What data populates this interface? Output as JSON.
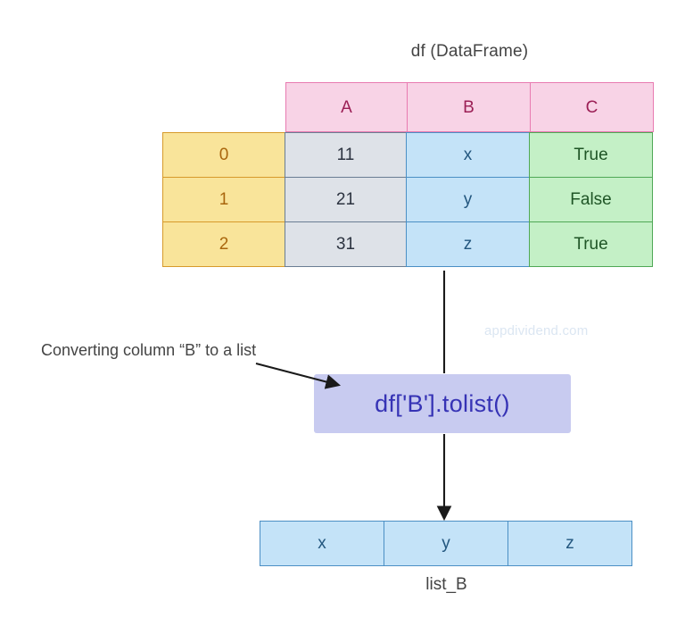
{
  "diagram": {
    "title": "df (DataFrame)",
    "watermark": "appdividend.com",
    "annotation": "Converting column “B” to a list",
    "code": "df['B'].tolist()",
    "list_label": "list_B"
  },
  "dataframe": {
    "columns": [
      "A",
      "B",
      "C"
    ],
    "index": [
      "0",
      "1",
      "2"
    ],
    "rows": [
      {
        "index": "0",
        "A": "11",
        "B": "x",
        "C": "True"
      },
      {
        "index": "1",
        "A": "21",
        "B": "y",
        "C": "False"
      },
      {
        "index": "2",
        "A": "31",
        "B": "z",
        "C": "True"
      }
    ]
  },
  "result_list": {
    "name": "list_B",
    "values": [
      "x",
      "y",
      "z"
    ]
  },
  "colors": {
    "header_fill": "#f8d3e6",
    "header_border": "#e87bb1",
    "header_text": "#9b1f55",
    "index_fill": "#f9e49a",
    "index_border": "#d79a2b",
    "index_text": "#a9660d",
    "col_a_fill": "#dee2e8",
    "col_a_border": "#6a7d93",
    "col_b_fill": "#c4e3f8",
    "col_b_border": "#4b8fc4",
    "col_c_fill": "#c4f0c6",
    "col_c_border": "#4fa855",
    "code_fill": "#c8cbf0",
    "code_text": "#3633b5",
    "arrow": "#1a1a1a",
    "watermark": "#dbe6f2",
    "background": "#ffffff"
  }
}
